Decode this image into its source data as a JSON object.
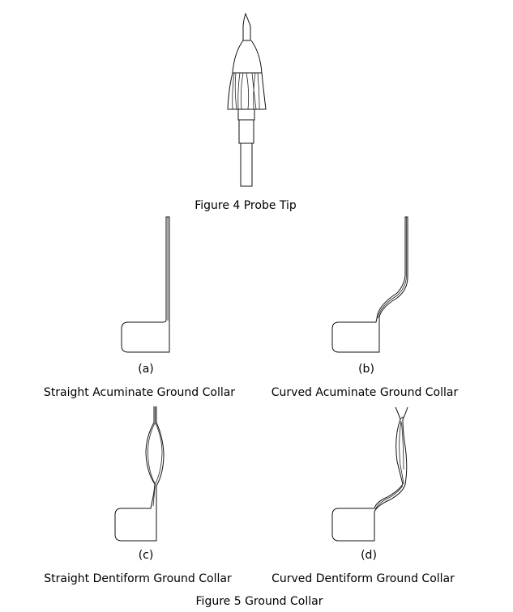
{
  "figure4": {
    "caption": "Figure 4 Probe Tip"
  },
  "figure5": {
    "caption": "Figure 5 Ground Collar",
    "items": [
      {
        "label": "(a)",
        "name": "Straight Acuminate Ground Collar"
      },
      {
        "label": "(b)",
        "name": "Curved Acuminate Ground Collar"
      },
      {
        "label": "(c)",
        "name": "Straight Dentiform Ground Collar"
      },
      {
        "label": "(d)",
        "name": "Curved Dentiform Ground Collar"
      }
    ]
  }
}
